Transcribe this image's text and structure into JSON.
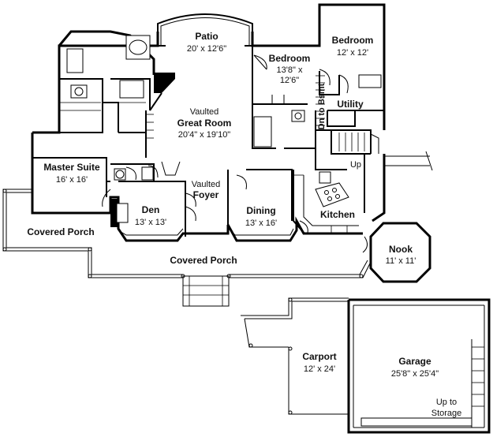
{
  "rooms": {
    "patio": {
      "name": "Patio",
      "size": "20' x 12'6\""
    },
    "bedroom2": {
      "name": "Bedroom",
      "size": "12' x 12'"
    },
    "bedroom3": {
      "name": "Bedroom",
      "size_line1": "13'8\" x",
      "size_line2": "12'6\""
    },
    "great_room": {
      "line1": "Vaulted",
      "line2": "Great Room",
      "size": "20'4\" x 19'10\""
    },
    "utility": {
      "name": "Utility"
    },
    "stair_down": {
      "name": "Dn to Bsmt"
    },
    "master_suite": {
      "name": "Master Suite",
      "size": "16' x 16'"
    },
    "foyer": {
      "line1": "Vaulted",
      "line2": "Foyer"
    },
    "den": {
      "name": "Den",
      "size": "13' x 13'"
    },
    "dining": {
      "name": "Dining",
      "size": "13' x 16'"
    },
    "kitchen": {
      "name": "Kitchen"
    },
    "stair_up": {
      "name": "Up"
    },
    "porch_left": {
      "name": "Covered Porch"
    },
    "porch_front": {
      "name": "Covered Porch"
    },
    "nook": {
      "name": "Nook",
      "size": "11' x 11'"
    },
    "carport": {
      "name": "Carport",
      "size": "12' x 24'"
    },
    "garage": {
      "name": "Garage",
      "size": "25'8\" x 25'4\""
    },
    "storage": {
      "line1": "Up to",
      "line2": "Storage"
    }
  }
}
